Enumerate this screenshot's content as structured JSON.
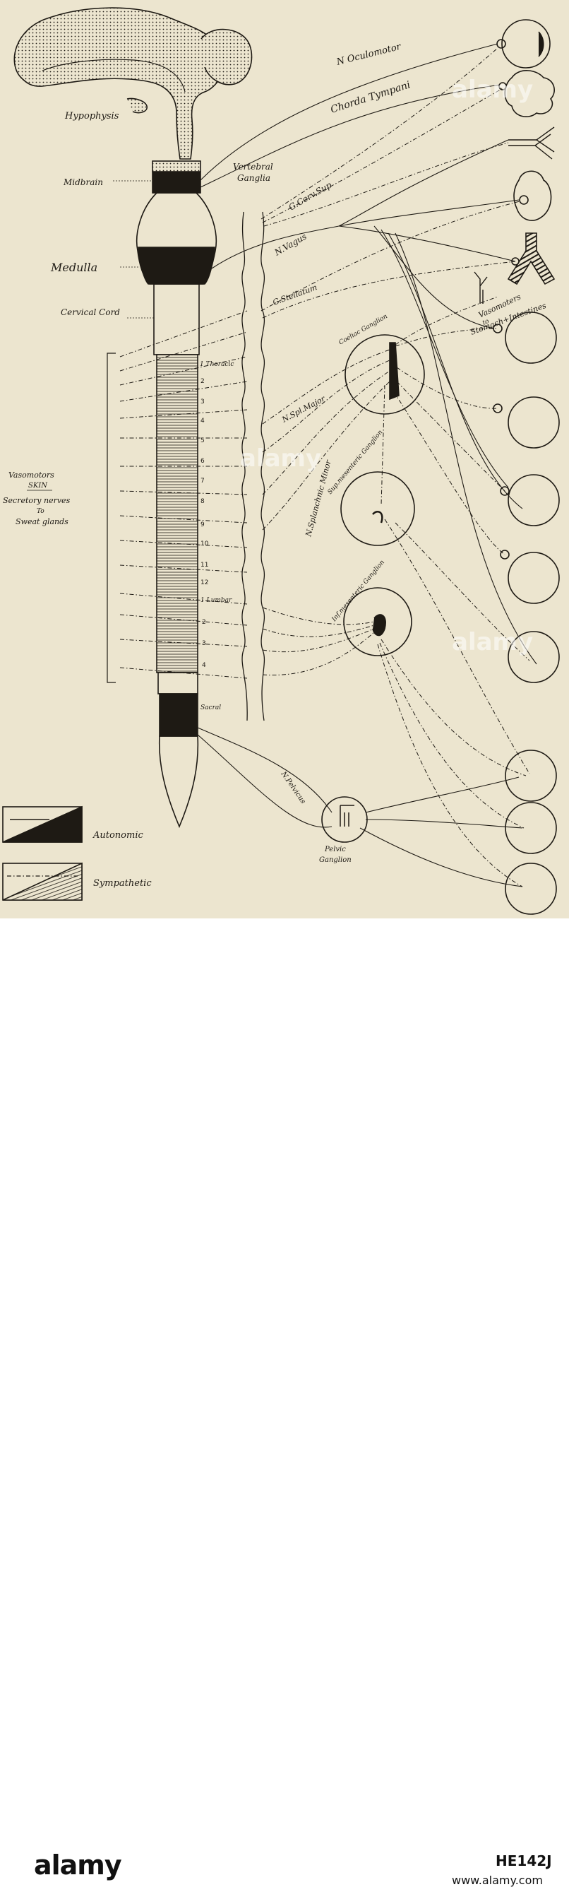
{
  "labels": {
    "oculomotor": "N Oculomotor",
    "chorda": "Chorda Tympani",
    "hypophysis": "Hypophysis",
    "midbrain": "Midbrain",
    "medulla": "Medulla",
    "cervical_cord": "Cervical Cord",
    "vertebral_ganglia_1": "Vertebral",
    "vertebral_ganglia_2": "Ganglia",
    "g_cerv_sup": "G.Cerv.Sup",
    "n_vagus": "N.Vagus",
    "g_stellatum": "G.Stellatum",
    "vasomotors_1": "Vasomoters",
    "vasomotors_2": "to",
    "vasomotors_3": "Stomach+Intestines",
    "coeliac": "Coeliac Ganglion",
    "thoracic": "1 Thoracic",
    "lumbar": "1 Lumbar",
    "sacral": "Sacral",
    "n_spl_major": "N.Spl.Major",
    "n_splanchnic_minor": "N.Splanchnic Minor",
    "sup_mesenteric": "Sup.mesenteric Ganglion",
    "inf_mesenteric": "Inf.mesenteric Ganglion",
    "n_pelvicus": "N.Pelvicus",
    "pelvic_1": "Pelvic",
    "pelvic_2": "Ganglion",
    "side_1": "Vasomotors",
    "side_2": "SKIN",
    "side_3": "Secretory nerves",
    "side_4": "To",
    "side_5": "Sweat glands",
    "legend_autonomic": "Autonomic",
    "legend_sympathetic": "Sympathetic"
  },
  "segments": {
    "thoracic": [
      "2",
      "3",
      "4",
      "5",
      "6",
      "7",
      "8",
      "9",
      "10",
      "11",
      "12"
    ],
    "lumbar": [
      "2",
      "3",
      "4"
    ]
  },
  "footer": {
    "brand": "alamy",
    "code": "HE142J",
    "url": "www.alamy.com"
  },
  "colors": {
    "paper": "#ece5cf",
    "ink": "#1e1a14"
  }
}
